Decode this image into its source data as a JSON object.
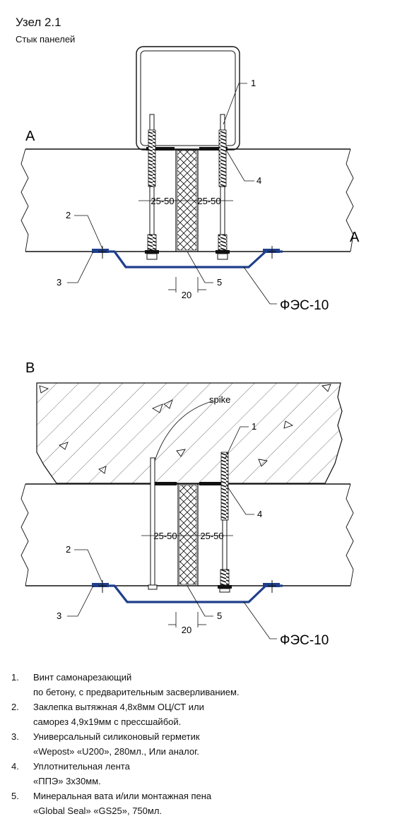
{
  "title": "Узел 2.1",
  "subtitle": "Стык панелей",
  "diagram_a": {
    "section_label_left": "A",
    "section_label_right": "A",
    "callouts": [
      "1",
      "2",
      "3",
      "4",
      "5"
    ],
    "dim_left": "25-50",
    "dim_right": "25-50",
    "dim_gap": "20",
    "profile_label": "ФЭС-10"
  },
  "diagram_b": {
    "section_label": "B",
    "spike_label": "spike",
    "callouts": [
      "1",
      "2",
      "3",
      "4",
      "5"
    ],
    "dim_left": "25-50",
    "dim_right": "25-50",
    "dim_gap": "20",
    "profile_label": "ФЭС-10"
  },
  "notes": [
    {
      "num": "1.",
      "lines": [
        "Винт самонарезающий",
        "по бетону, с предварительным засверливанием."
      ]
    },
    {
      "num": "2.",
      "lines": [
        "Заклепка вытяжная 4,8х8мм ОЦ/СТ или",
        "саморез 4,9х19мм с прессшайбой."
      ]
    },
    {
      "num": "3.",
      "lines": [
        "Универсальный силиконовый герметик",
        "«Wepost» «U200», 280мл., Или аналог."
      ]
    },
    {
      "num": "4.",
      "lines": [
        "Уплотнительная лента",
        "«ППЭ» 3х30мм."
      ]
    },
    {
      "num": "5.",
      "lines": [
        "Минеральная вата и/или монтажная пена",
        "«Global Seal» «GS25», 750мл."
      ]
    }
  ],
  "colors": {
    "profile": "#1f3f8c",
    "line": "#111111"
  }
}
